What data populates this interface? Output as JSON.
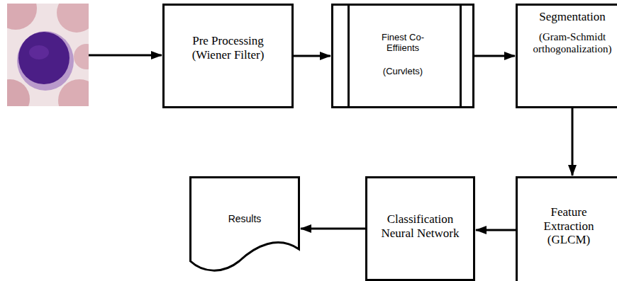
{
  "diagram": {
    "nodes": [
      {
        "text": [
          "Pre Processing",
          "(Wiener Filter)"
        ]
      },
      {
        "text": [
          "Finest Co- Effiients",
          "(Curvlets)"
        ]
      },
      {
        "text": [
          "Segmentation",
          "(Gram-Schmidt orthogonalization)"
        ]
      },
      {
        "text": [
          "Feature Extraction",
          "(GLCM)"
        ]
      },
      {
        "text": [
          "Classification Neural Network"
        ]
      },
      {
        "text": [
          "Results"
        ]
      }
    ],
    "edges": [
      {
        "from": 0,
        "to": 1,
        "arrow": "to"
      },
      {
        "from": 1,
        "to": 2,
        "arrow": "to"
      },
      {
        "from": 2,
        "to": 3,
        "arrow": "to"
      },
      {
        "from": 3,
        "to": 4,
        "arrow": "to"
      },
      {
        "from": 4,
        "to": 5,
        "arrow": "to"
      }
    ]
  }
}
